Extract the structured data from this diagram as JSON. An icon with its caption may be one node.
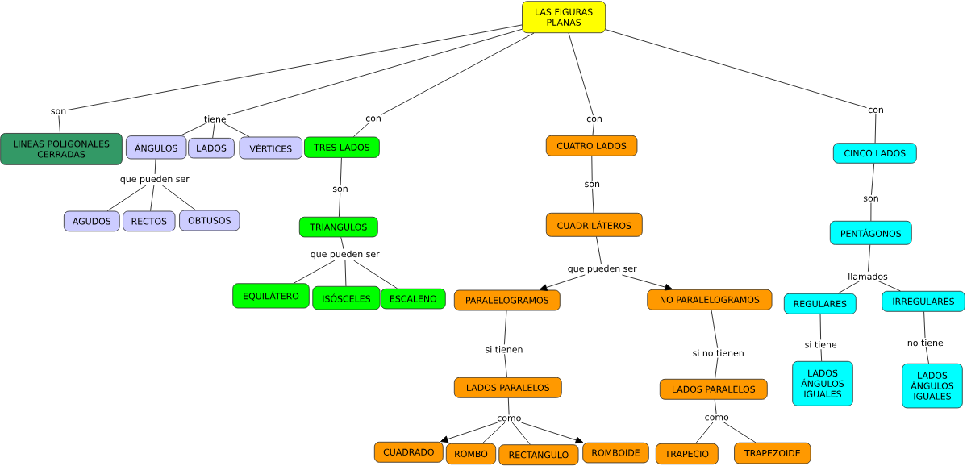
{
  "diagram": {
    "nodes": [
      {
        "text": [
          "LAS FIGURAS PLANAS"
        ]
      },
      {
        "text": [
          "son"
        ]
      },
      {
        "text": [
          "tiene"
        ]
      },
      {
        "text": [
          "con"
        ]
      },
      {
        "text": [
          "con"
        ]
      },
      {
        "text": [
          "con"
        ]
      },
      {
        "text": [
          "LINEAS POLIGONALES CERRADAS"
        ]
      },
      {
        "text": [
          "ÁNGULOS"
        ]
      },
      {
        "text": [
          "LADOS"
        ]
      },
      {
        "text": [
          "VÉRTICES"
        ]
      },
      {
        "text": [
          "TRES LADOS"
        ]
      },
      {
        "text": [
          "CUATRO LADOS"
        ]
      },
      {
        "text": [
          "CINCO LADOS"
        ]
      },
      {
        "text": [
          "que pueden ser"
        ]
      },
      {
        "text": [
          "son"
        ]
      },
      {
        "text": [
          "son"
        ]
      },
      {
        "text": [
          "son"
        ]
      },
      {
        "text": [
          "AGUDOS"
        ]
      },
      {
        "text": [
          "RECTOS"
        ]
      },
      {
        "text": [
          "OBTUSOS"
        ]
      },
      {
        "text": [
          "TRIANGULOS"
        ]
      },
      {
        "text": [
          "CUADRILÁTEROS"
        ]
      },
      {
        "text": [
          "PENTÁGONOS"
        ]
      },
      {
        "text": [
          "que pueden ser"
        ]
      },
      {
        "text": [
          "que pueden ser"
        ]
      },
      {
        "text": [
          "llamados"
        ]
      },
      {
        "text": [
          "EQUILÁTERO"
        ]
      },
      {
        "text": [
          "ISÓSCELES"
        ]
      },
      {
        "text": [
          "ESCALENO"
        ]
      },
      {
        "text": [
          "PARALELOGRAMOS"
        ]
      },
      {
        "text": [
          "NO PARALELOGRAMOS"
        ]
      },
      {
        "text": [
          "REGULARES"
        ]
      },
      {
        "text": [
          "IRREGULARES"
        ]
      },
      {
        "text": [
          "si tienen"
        ]
      },
      {
        "text": [
          "si no tienen"
        ]
      },
      {
        "text": [
          "si tiene"
        ]
      },
      {
        "text": [
          "no tiene"
        ]
      },
      {
        "text": [
          "LADOS PARALELOS"
        ]
      },
      {
        "text": [
          "LADOS PARALELOS"
        ]
      },
      {
        "text": [
          "LADOS ÁNGULOS IGUALES"
        ]
      },
      {
        "text": [
          "LADOS ÁNGULOS IGUALES"
        ]
      },
      {
        "text": [
          "como"
        ]
      },
      {
        "text": [
          "como"
        ]
      },
      {
        "text": [
          "CUADRADO"
        ]
      },
      {
        "text": [
          "ROMBO"
        ]
      },
      {
        "text": [
          "RECTANGULO"
        ]
      },
      {
        "text": [
          "ROMBOIDE"
        ]
      },
      {
        "text": [
          "TRAPECIO"
        ]
      },
      {
        "text": [
          "TRAPEZOIDE"
        ]
      }
    ],
    "edges": [
      {
        "from": 0,
        "to": 1,
        "arrow": "none"
      },
      {
        "from": 1,
        "to": 6,
        "arrow": "none"
      },
      {
        "from": 0,
        "to": 2,
        "arrow": "none"
      },
      {
        "from": 2,
        "to": 7,
        "arrow": "none"
      },
      {
        "from": 2,
        "to": 8,
        "arrow": "none"
      },
      {
        "from": 2,
        "to": 9,
        "arrow": "none"
      },
      {
        "from": 0,
        "to": 3,
        "arrow": "none"
      },
      {
        "from": 3,
        "to": 10,
        "arrow": "none"
      },
      {
        "from": 0,
        "to": 4,
        "arrow": "none"
      },
      {
        "from": 4,
        "to": 11,
        "arrow": "none"
      },
      {
        "from": 0,
        "to": 5,
        "arrow": "none"
      },
      {
        "from": 5,
        "to": 12,
        "arrow": "none"
      },
      {
        "from": 7,
        "to": 13,
        "arrow": "none"
      },
      {
        "from": 13,
        "to": 17,
        "arrow": "none"
      },
      {
        "from": 13,
        "to": 18,
        "arrow": "none"
      },
      {
        "from": 13,
        "to": 19,
        "arrow": "none"
      },
      {
        "from": 10,
        "to": 14,
        "arrow": "none"
      },
      {
        "from": 14,
        "to": 20,
        "arrow": "none"
      },
      {
        "from": 11,
        "to": 15,
        "arrow": "none"
      },
      {
        "from": 15,
        "to": 21,
        "arrow": "none"
      },
      {
        "from": 12,
        "to": 16,
        "arrow": "none"
      },
      {
        "from": 16,
        "to": 22,
        "arrow": "none"
      },
      {
        "from": 20,
        "to": 23,
        "arrow": "none"
      },
      {
        "from": 23,
        "to": 26,
        "arrow": "none"
      },
      {
        "from": 23,
        "to": 27,
        "arrow": "none"
      },
      {
        "from": 23,
        "to": 28,
        "arrow": "none"
      },
      {
        "from": 21,
        "to": 24,
        "arrow": "none"
      },
      {
        "from": 24,
        "to": 29,
        "arrow": "to"
      },
      {
        "from": 24,
        "to": 30,
        "arrow": "to"
      },
      {
        "from": 22,
        "to": 25,
        "arrow": "none"
      },
      {
        "from": 25,
        "to": 31,
        "arrow": "none"
      },
      {
        "from": 25,
        "to": 32,
        "arrow": "none"
      },
      {
        "from": 29,
        "to": 33,
        "arrow": "none"
      },
      {
        "from": 33,
        "to": 37,
        "arrow": "none"
      },
      {
        "from": 30,
        "to": 34,
        "arrow": "none"
      },
      {
        "from": 34,
        "to": 38,
        "arrow": "none"
      },
      {
        "from": 31,
        "to": 35,
        "arrow": "none"
      },
      {
        "from": 35,
        "to": 39,
        "arrow": "none"
      },
      {
        "from": 32,
        "to": 36,
        "arrow": "none"
      },
      {
        "from": 36,
        "to": 40,
        "arrow": "none"
      },
      {
        "from": 37,
        "to": 41,
        "arrow": "none"
      },
      {
        "from": 41,
        "to": 43,
        "arrow": "to"
      },
      {
        "from": 41,
        "to": 44,
        "arrow": "none"
      },
      {
        "from": 41,
        "to": 45,
        "arrow": "none"
      },
      {
        "from": 41,
        "to": 46,
        "arrow": "to"
      },
      {
        "from": 38,
        "to": 42,
        "arrow": "none"
      },
      {
        "from": 42,
        "to": 47,
        "arrow": "none"
      },
      {
        "from": 42,
        "to": 48,
        "arrow": "none"
      }
    ]
  }
}
